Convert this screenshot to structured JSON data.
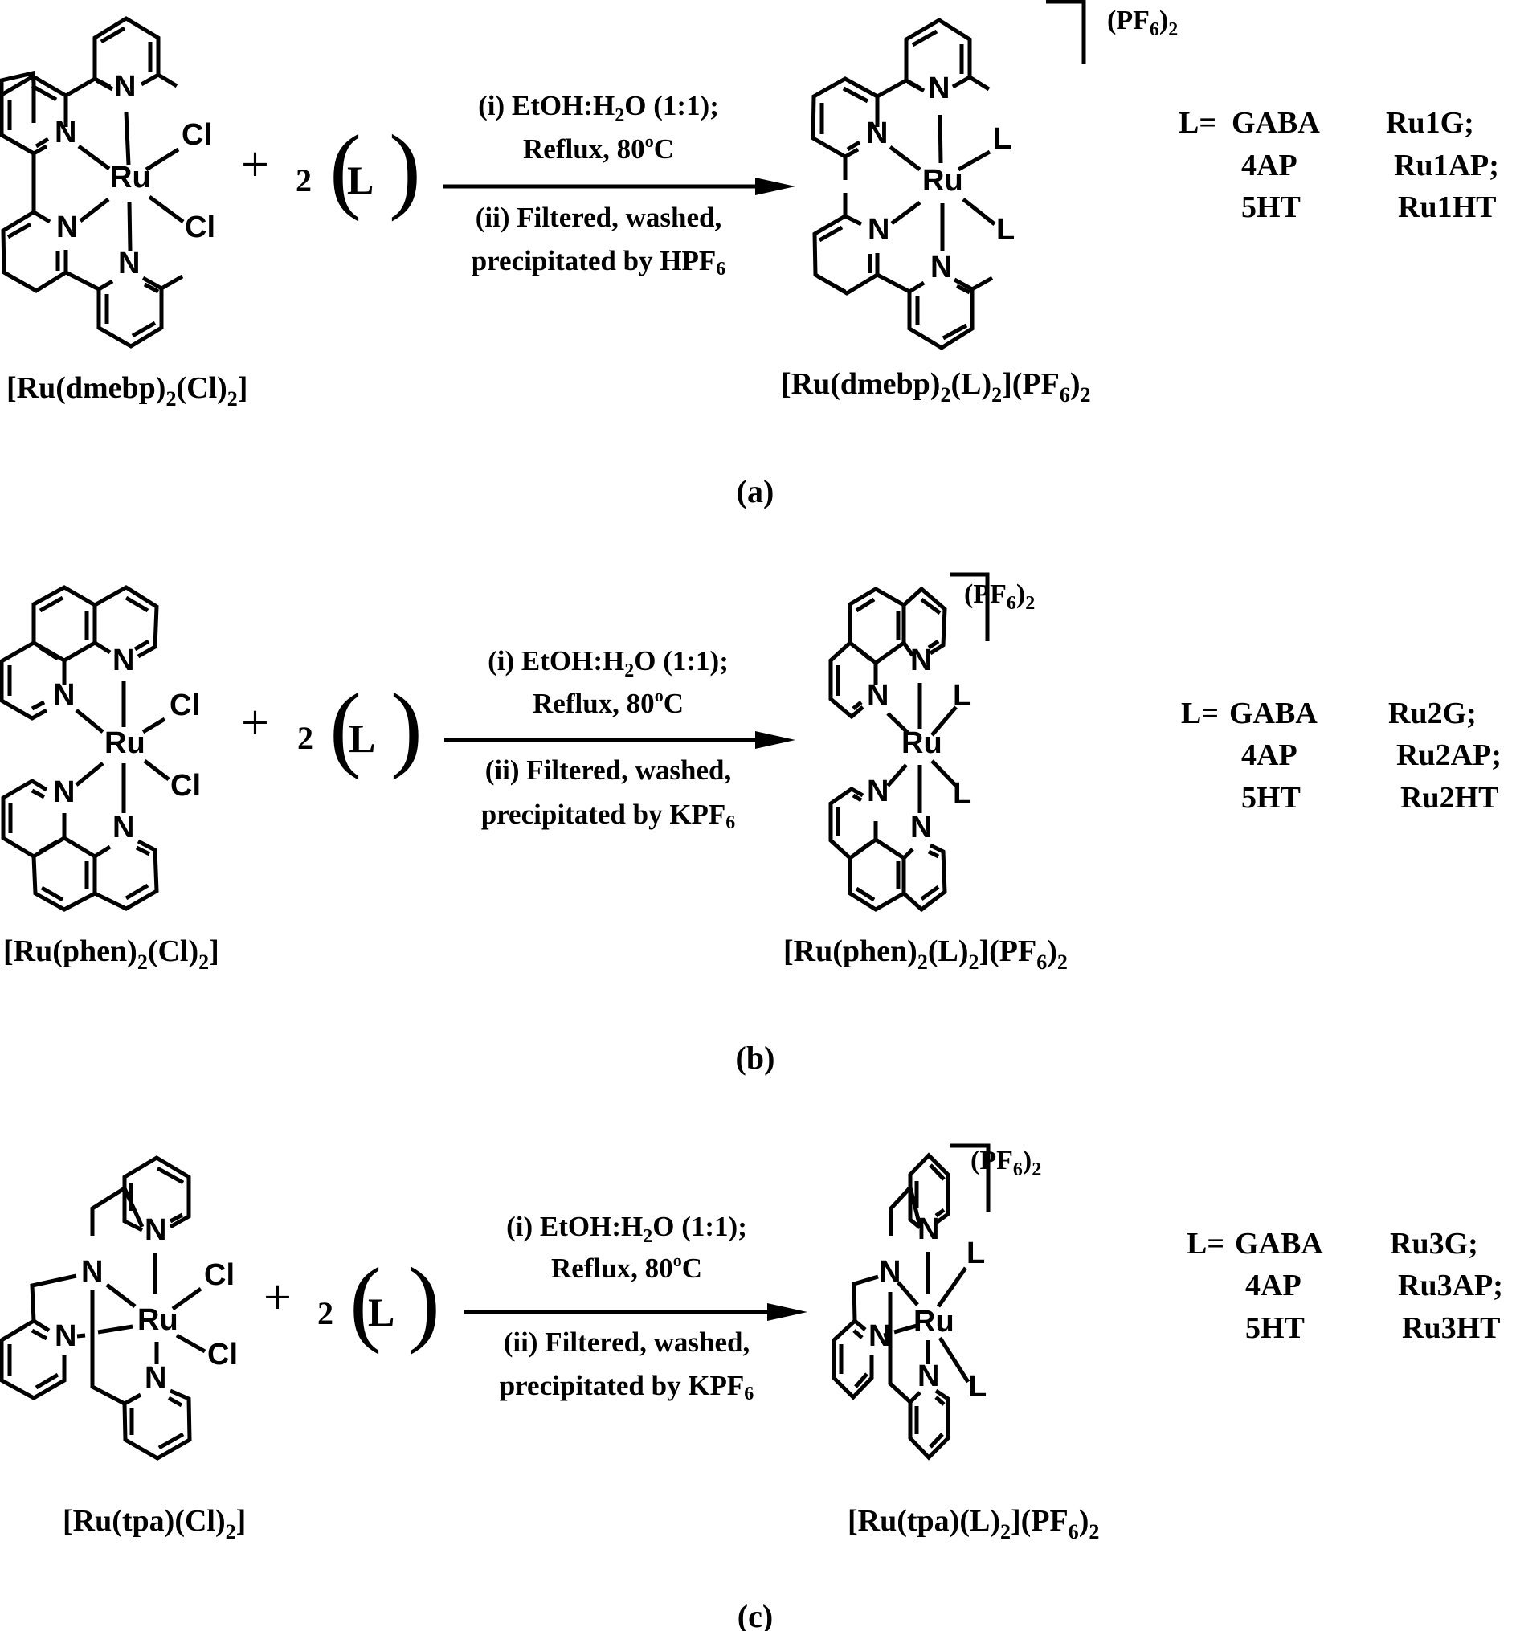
{
  "figure": {
    "panels": [
      {
        "label": "(a)",
        "reactant": {
          "name_parts": [
            "[Ru(dmebp)",
            "2",
            "(Cl)",
            "2",
            "]"
          ],
          "metal": "Ru",
          "donor_atom": "N",
          "leaving_ligands": [
            "Cl",
            "Cl"
          ]
        },
        "plus": "+",
        "stoich": "2",
        "ligand_symbol": "L",
        "conditions": {
          "line1_parts": [
            "(i) EtOH:H",
            "2",
            "O (1:1);"
          ],
          "line2_parts": [
            "Reflux, 80",
            "o",
            "C"
          ],
          "line3": "(ii) Filtered, washed,",
          "line4_parts": [
            "precipitated by HPF",
            "6"
          ]
        },
        "product": {
          "name_parts": [
            "[Ru(dmebp)",
            "2",
            "(L)",
            "2",
            "](PF",
            "6",
            ")",
            "2"
          ],
          "counterion_parts": [
            "(PF",
            "6",
            ")",
            "2"
          ],
          "entering_ligands": [
            "L",
            "L"
          ]
        },
        "legend": {
          "prefix": "L=",
          "rows": [
            {
              "ligand": "GABA",
              "complex": "Ru1G;"
            },
            {
              "ligand": "4AP",
              "complex": "Ru1AP;"
            },
            {
              "ligand": "5HT",
              "complex": "Ru1HT"
            }
          ]
        }
      },
      {
        "label": "(b)",
        "reactant": {
          "name_parts": [
            "[Ru(phen)",
            "2",
            "(Cl)",
            "2",
            "]"
          ],
          "metal": "Ru",
          "donor_atom": "N",
          "leaving_ligands": [
            "Cl",
            "Cl"
          ]
        },
        "plus": "+",
        "stoich": "2",
        "ligand_symbol": "L",
        "conditions": {
          "line1_parts": [
            "(i) EtOH:H",
            "2",
            "O (1:1);"
          ],
          "line2_parts": [
            "Reflux, 80",
            "o",
            "C"
          ],
          "line3": "(ii) Filtered, washed,",
          "line4_parts": [
            "precipitated by KPF",
            "6"
          ]
        },
        "product": {
          "name_parts": [
            "[Ru(phen)",
            "2",
            "(L)",
            "2",
            "](PF",
            "6",
            ")",
            "2"
          ],
          "counterion_parts": [
            "(PF",
            "6",
            ")",
            "2"
          ],
          "entering_ligands": [
            "L",
            "L"
          ]
        },
        "legend": {
          "prefix": "L=",
          "rows": [
            {
              "ligand": "GABA",
              "complex": "Ru2G;"
            },
            {
              "ligand": "4AP",
              "complex": "Ru2AP;"
            },
            {
              "ligand": "5HT",
              "complex": "Ru2HT"
            }
          ]
        }
      },
      {
        "label": "(c)",
        "reactant": {
          "name_parts": [
            "[Ru(tpa)(Cl)",
            "2",
            "]"
          ],
          "metal": "Ru",
          "donor_atom": "N",
          "leaving_ligands": [
            "Cl",
            "Cl"
          ]
        },
        "plus": "+",
        "stoich": "2",
        "ligand_symbol": "L",
        "conditions": {
          "line1_parts": [
            "(i) EtOH:H",
            "2",
            "O (1:1);"
          ],
          "line2_parts": [
            "Reflux, 80",
            "o",
            "C"
          ],
          "line3": "(ii) Filtered, washed,",
          "line4_parts": [
            "precipitated by KPF",
            "6"
          ]
        },
        "product": {
          "name_parts": [
            "[Ru(tpa)(L)",
            "2",
            "](PF",
            "6",
            ")",
            "2"
          ],
          "counterion_parts": [
            "(PF",
            "6",
            ")",
            "2"
          ],
          "entering_ligands": [
            "L",
            "L"
          ]
        },
        "legend": {
          "prefix": "L=",
          "rows": [
            {
              "ligand": "GABA",
              "complex": "Ru3G;"
            },
            {
              "ligand": "4AP",
              "complex": "Ru3AP;"
            },
            {
              "ligand": "5HT",
              "complex": "Ru3HT"
            }
          ]
        }
      }
    ]
  }
}
